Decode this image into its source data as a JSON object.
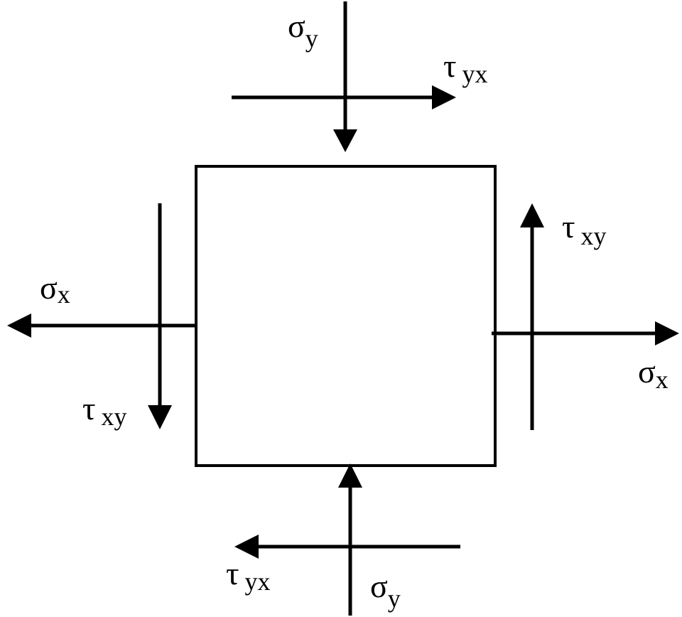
{
  "stroke_color": "#000000",
  "background_color": "#ffffff",
  "labels": {
    "sigma_y_top": {
      "main": "σ",
      "sub": "y"
    },
    "tau_yx_top": {
      "main": "τ",
      "sub": "yx"
    },
    "tau_xy_right": {
      "main": "τ",
      "sub": "xy"
    },
    "sigma_x_left": {
      "main": "σ",
      "sub": "x"
    },
    "sigma_x_right": {
      "main": "σ",
      "sub": "x"
    },
    "tau_xy_left": {
      "main": "τ",
      "sub": "xy"
    },
    "tau_yx_bottom": {
      "main": "τ",
      "sub": "yx"
    },
    "sigma_y_bottom": {
      "main": "σ",
      "sub": "y"
    }
  }
}
